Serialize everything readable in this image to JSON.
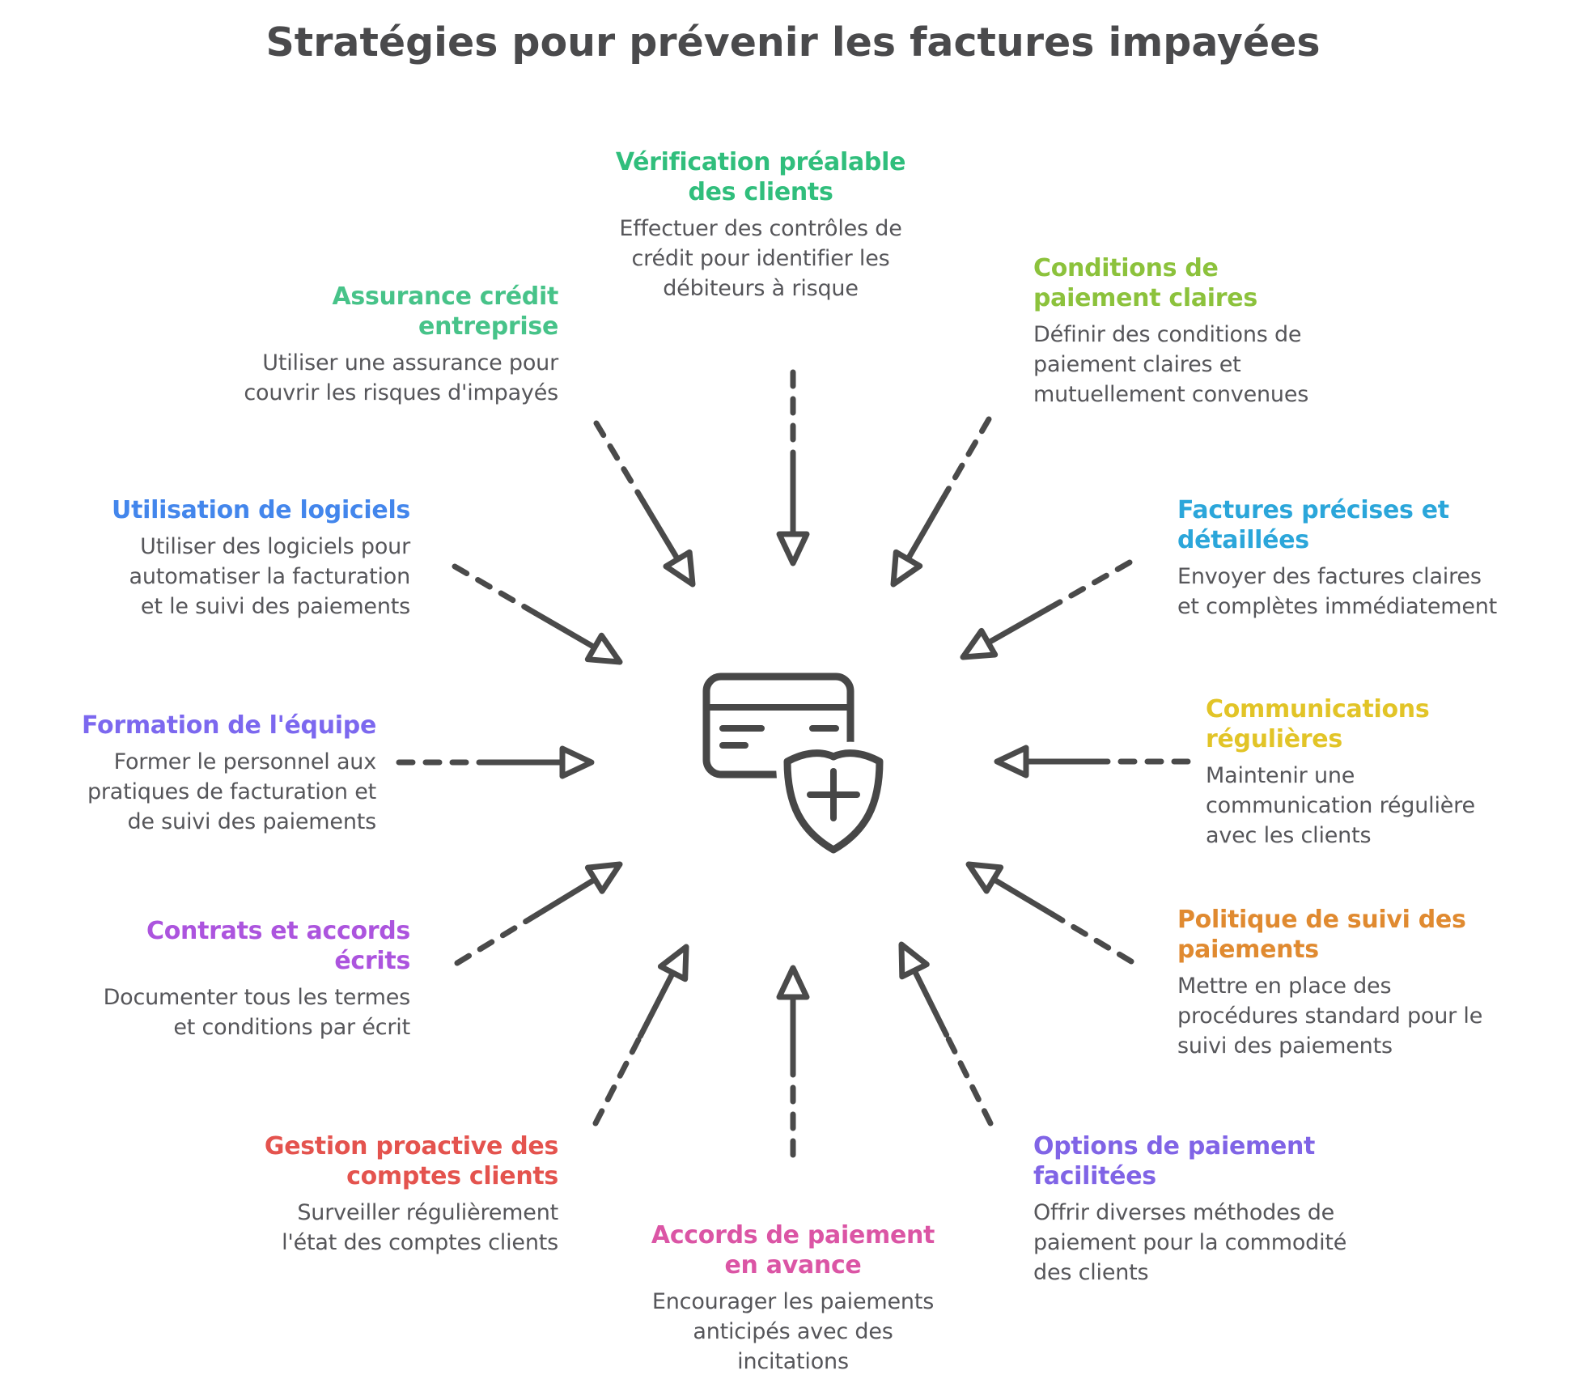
{
  "title": "Stratégies pour prévenir les factures impayées",
  "palette": {
    "title": "#4A4A4C",
    "description": "#56565A",
    "line": "#4A4A4A"
  },
  "center_icon": "credit-card-shield-icon",
  "items": [
    {
      "id": "verification",
      "heading": "Vérification préalable\ndes clients",
      "description": "Effectuer des contrôles de\ncrédit pour identifier les\ndébiteurs à risque",
      "color": "#30BE7C"
    },
    {
      "id": "assurance",
      "heading": "Assurance crédit\nentreprise",
      "description": "Utiliser une assurance pour\ncouvrir les risques d'impayés",
      "color": "#47C389"
    },
    {
      "id": "conditions",
      "heading": "Conditions de\npaiement claires",
      "description": "Définir des conditions de\npaiement claires et\nmutuellement convenues",
      "color": "#8CC23C"
    },
    {
      "id": "utilisation",
      "heading": "Utilisation de logiciels",
      "description": "Utiliser des logiciels pour\nautomatiser la facturation\net le suivi des paiements",
      "color": "#4386EC"
    },
    {
      "id": "factures",
      "heading": "Factures précises et\ndétaillées",
      "description": "Envoyer des factures claires\net complètes immédiatement",
      "color": "#2BA6DA"
    },
    {
      "id": "formation",
      "heading": "Formation de l'équipe",
      "description": "Former le personnel aux\npratiques de facturation et\nde suivi des paiements",
      "color": "#7C68EF"
    },
    {
      "id": "communications",
      "heading": "Communications\nrégulières",
      "description": "Maintenir une\ncommunication régulière\navec les clients",
      "color": "#E2C427"
    },
    {
      "id": "contrats",
      "heading": "Contrats et accords\nécrits",
      "description": "Documenter tous les termes\net conditions par écrit",
      "color": "#AC54DE"
    },
    {
      "id": "politique",
      "heading": "Politique de suivi des\npaiements",
      "description": "Mettre en place des\nprocédures standard pour le\nsuivi des paiements",
      "color": "#E08A30"
    },
    {
      "id": "gestion",
      "heading": "Gestion proactive des\ncomptes clients",
      "description": "Surveiller régulièrement\nl'état des comptes clients",
      "color": "#E4534E"
    },
    {
      "id": "options",
      "heading": "Options de paiement\nfacilitées",
      "description": "Offrir diverses méthodes de\npaiement pour la commodité\ndes clients",
      "color": "#8064E6"
    },
    {
      "id": "accords",
      "heading": "Accords de paiement\nen avance",
      "description": "Encourager les paiements\nanticipés avec des\nincitations",
      "color": "#DB55A5"
    }
  ]
}
